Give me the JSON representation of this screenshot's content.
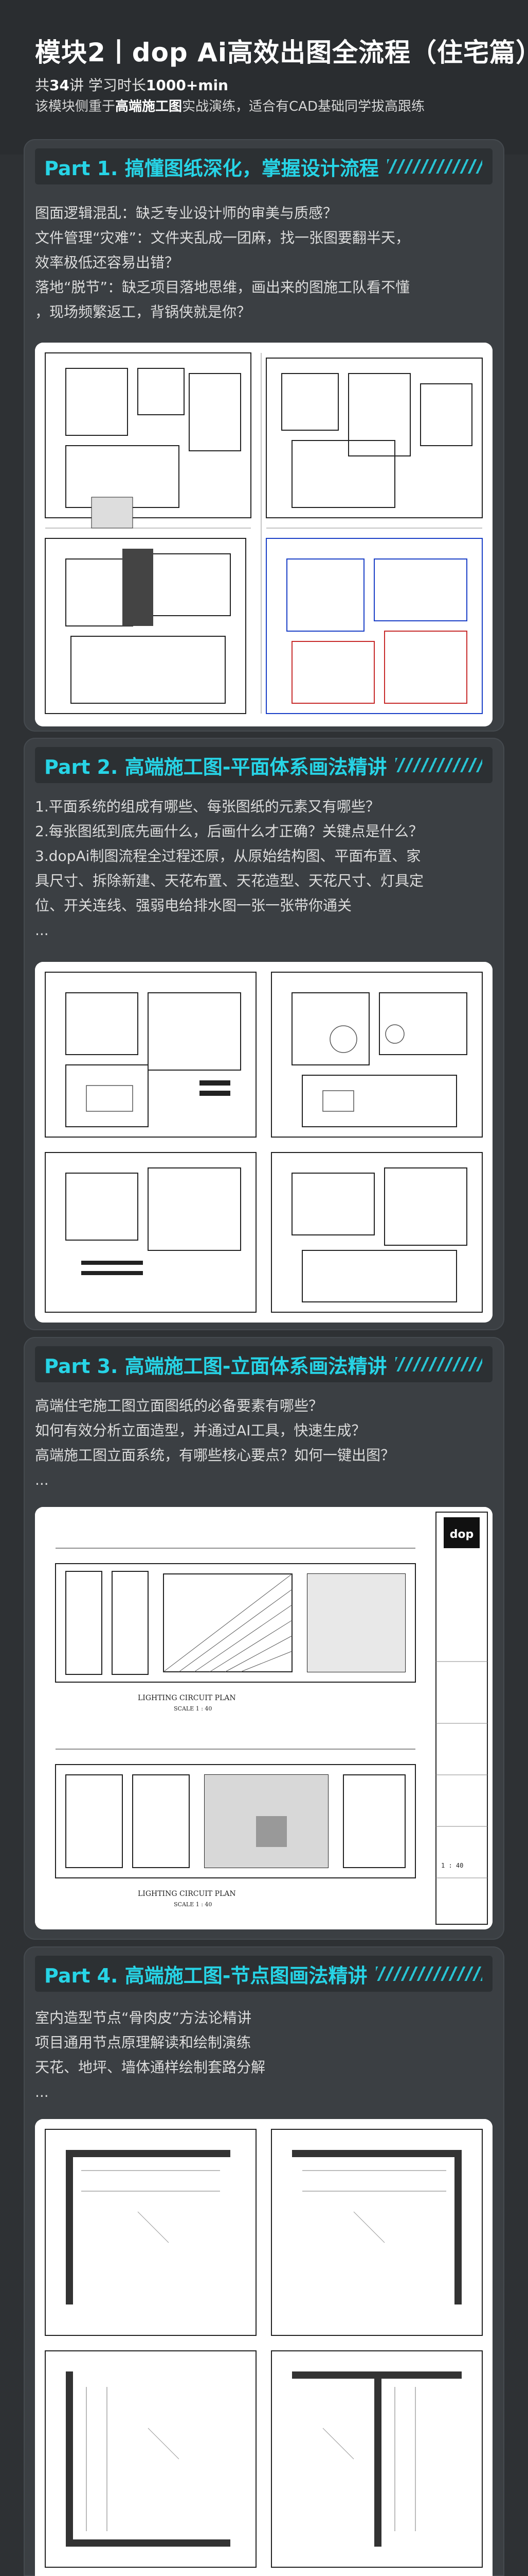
{
  "header": {
    "title": "模块2丨dop Ai高效出图全流程（住宅篇）",
    "hours_prefix": "共",
    "lessons": "34",
    "hours_mid": "讲 学习时长",
    "duration": "1000+min",
    "desc_prefix": "该模块侧重于",
    "desc_bold": "高端施工图",
    "desc_suffix": "实战演练，适合有CAD基础同学拔高跟练"
  },
  "parts": [
    {
      "title": "Part 1. 搞懂图纸深化，掌握设计流程",
      "lines": [
        "图面逻辑混乱：缺乏专业设计师的审美与质感？",
        "文件管理“灾难”：文件夹乱成一团麻，找一张图要翻半天，",
        "效率极低还容易出错？",
        "落地“脱节”：缺乏项目落地思维，画出来的图施工队看不懂",
        "，现场频繁返工，背锅侠就是你？"
      ]
    },
    {
      "title": "Part 2. 高端施工图-平面体系画法精讲",
      "lines": [
        "1.平面系统的组成有哪些、每张图纸的元素又有哪些？",
        "2.每张图纸到底先画什么，后画什么才正确？关键点是什么？",
        "3.dopAi制图流程全过程还原，从原始结构图、平面布置、家",
        "具尺寸、拆除新建、天花布置、天花造型、天花尺寸、灯具定",
        "位、开关连线、强弱电给排水图一张一张带你通关",
        "..."
      ]
    },
    {
      "title": "Part 3. 高端施工图-立面体系画法精讲",
      "lines": [
        "高端住宅施工图立面图纸的必备要素有哪些？",
        "如何有效分析立面造型，并通过AI工具，快速生成？",
        "高端施工图立面系统，有哪些核心要点？如何一键出图？",
        "..."
      ]
    },
    {
      "title": "Part 4. 高端施工图-节点图画法精讲",
      "lines": [
        "室内造型节点“骨肉皮”方法论精讲",
        "项目通用节点原理解读和绘制演练",
        "天花、地坪、墙体通样绘制套路分解",
        "..."
      ]
    }
  ],
  "elevation": {
    "caption1": "LIGHTING CIRCUIT PLAN",
    "scale1": "SCALE 1 : 40",
    "caption2": "LIGHTING CIRCUIT PLAN",
    "scale2": "SCALE 1 : 40",
    "logo": "dop",
    "scale_note": "1 : 40"
  },
  "colors": {
    "accent": "#27d4e6",
    "panel": "#3b3f43",
    "page": "#2e3134"
  }
}
